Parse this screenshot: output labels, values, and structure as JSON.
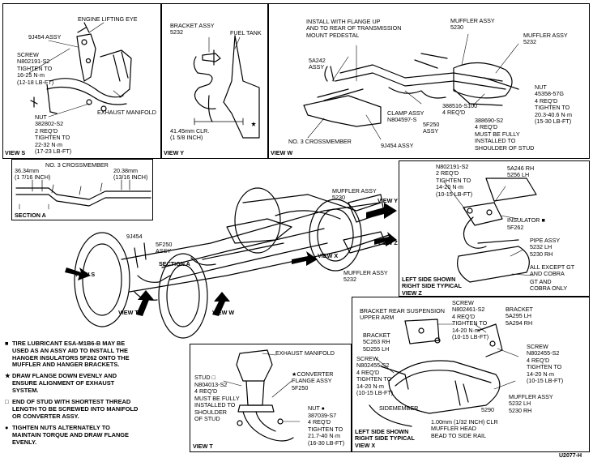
{
  "figure_id": "U2077-H",
  "view_s": {
    "title": "VIEW S",
    "engine_lifting_eye": "ENGINE LIFTING EYE",
    "j9454": "9J454 ASSY",
    "screw": "SCREW\nN802191-S2\nTIGHTEN TO\n16-25 N·m\n(12-18 LB-FT)",
    "exhaust_manifold": "EXHAUST MANIFOLD",
    "nut": "NUT\n382802-S2\n2 REQ'D\nTIGHTEN TO\n22-32 N·m\n(17-23 LB-FT)"
  },
  "view_y": {
    "title": "VIEW Y",
    "bracket": "BRACKET ASSY\n5232",
    "fuel_tank": "FUEL TANK",
    "clearance": "41.45mm CLR.\n(1 5/8 INCH)"
  },
  "view_w": {
    "title": "VIEW W",
    "install": "INSTALL WITH FLANGE UP\nAND TO REAR OF TRANSMISSION\nMOUNT PEDESTAL",
    "muffler_5230": "MUFFLER ASSY\n5230",
    "muffler_5232": "MUFFLER ASSY\n5232",
    "a5242": "5A242\nASSY",
    "stud_nut": "NUT\n45358-57G\n4 REQ'D\nTIGHTEN TO\n20.3-40.6 N·m\n(15-30 LB-FT)",
    "a388516": "388516-S100\n4 REQ'D",
    "clamp": "CLAMP ASSY\nN804597-S",
    "f5f250": "5F250\nASSY",
    "a388690": "388690-S2\n4 REQ'D\nMUST BE FULLY\nINSTALLED TO\nSHOULDER OF STUD",
    "crossmember": "NO. 3 CROSSMEMBER",
    "j9454": "9J454 ASSY"
  },
  "section_a": {
    "title": "SECTION A",
    "crossmember": "NO. 3 CROSSMEMBER",
    "left_dim": "36.34mm\n(1 7/16 INCH)",
    "right_dim": "20.38mm\n(13/16 INCH)"
  },
  "view_z": {
    "title": "LEFT SIDE SHOWN\nRIGHT SIDE TYPICAL\nVIEW Z",
    "screw": "N802191-S2\n2 REQ'D\nTIGHTEN TO\n14-20 N·m\n(10-15 LB-FT)",
    "a5a246": "5A246 RH\n5256 LH",
    "insulator": "INSULATOR",
    "insulator_no": "5F262",
    "pipe": "PIPE ASSY\n5232 LH\n5230 RH",
    "all_except": "ALL EXCEPT GT\nAND COBRA",
    "gt_cobra": "GT AND\nCOBRA ONLY"
  },
  "main": {
    "muffler_5230": "MUFFLER ASSY\n5230",
    "muffler_5232": "MUFFLER ASSY\n5232",
    "view_y": "VIEW Y",
    "view_z": "VIEW Z",
    "view_x": "VIEW X",
    "j9454": "9J454",
    "f5f250": "5F250\nASSY",
    "section_a": "SECTION A",
    "view_s": "VIEW S",
    "view_t": "VIEW T",
    "view_w": "VIEW W"
  },
  "view_x": {
    "title": "LEFT SIDE SHOWN\nRIGHT SIDE TYPICAL\nVIEW X",
    "bracket_rear": "BRACKET REAR SUSPENSION\nUPPER ARM",
    "screw_top": "SCREW\nN802461-S2\n4 REQ'D\nTIGHTEN TO\n14-20 N·m\n(10-15 LB-FT)",
    "bracket_right": "BRACKET\n5A295 LH\n5A294 RH",
    "bracket_left": "BRACKET\n5C263 RH\n5D255 LH",
    "screw_left": "SCREW\nN802455-S2\n4 REQ'D\nTIGHTEN TO\n14-20 N·m\n(10-15 LB-FT)",
    "screw_right": "SCREW\nN802455-S2\n4 REQ'D\nTIGHTEN TO\n14-20 N·m\n(10-15 LB-FT)",
    "sidemember": "SIDEMEMBER",
    "p5290": "5290",
    "muffler": "MUFFLER ASSY\n5232 LH\n5230 RH",
    "clr": "1.00mm (1/32 INCH) CLR\nMUFFLER HEAD\nBEAD TO SIDE RAIL"
  },
  "view_t": {
    "title": "VIEW T",
    "exhaust_manifold": "EXHAUST MANIFOLD",
    "stud": "STUD",
    "stud_detail": "N804013-S2\n4 REQ'D\nMUST BE FULLY\nINSTALLED TO\nSHOULDER\nOF STUD",
    "converter": "CONVERTER\nFLANGE ASSY\n5F250",
    "nut": "NUT",
    "nut_detail": "387039-S7\n4 REQ'D\nTIGHTEN TO\n21.7-40 N·m\n(16-30 LB-FT)"
  },
  "legend": [
    {
      "symbol": "■",
      "text": "TIRE LUBRICANT ESA-M1B6-B MAY BE\nUSED AS AN ASSY AID TO INSTALL THE\nHANGER INSULATORS 5F262 ONTO THE\nMUFFLER AND HANGER BRACKETS."
    },
    {
      "symbol": "★",
      "text": "DRAW FLANGE DOWN EVENLY AND\nENSURE ALIGNMENT OF EXHAUST\nSYSTEM."
    },
    {
      "symbol": "□",
      "text": "END OF STUD WITH SHORTEST THREAD\nLENGTH TO BE SCREWED INTO MANIFOLD\nOR CONVERTER ASSY."
    },
    {
      "symbol": "●",
      "text": "TIGHTEN NUTS ALTERNATELY TO\nMAINTAIN TORQUE AND DRAW FLANGE\nEVENLY."
    }
  ]
}
